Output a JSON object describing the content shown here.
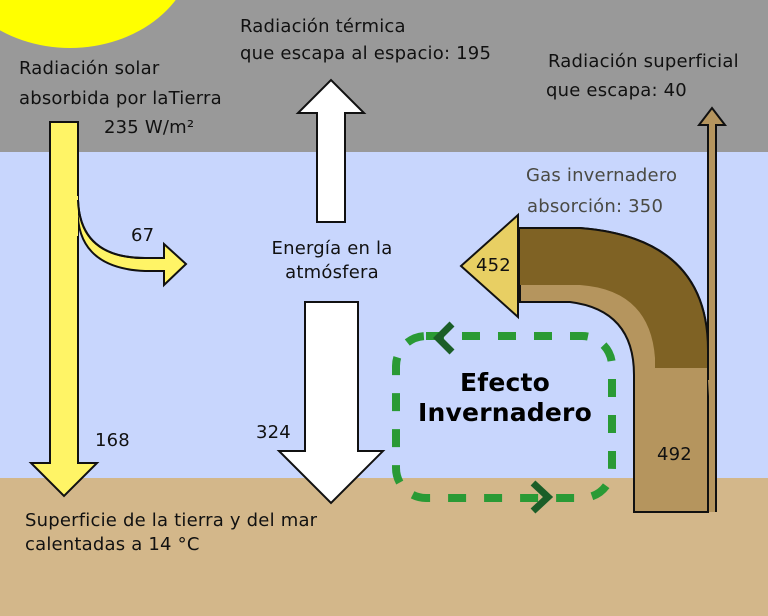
{
  "colors": {
    "space": "#999999",
    "atmosphere": "#c8d6fd",
    "surface": "#d3b78a",
    "sun": "#ffff00",
    "solar_arrow": "#fff466",
    "thermal_arrow": "#ffffff",
    "ghg_dark": "#7f6224",
    "ghg_light": "#b5955e",
    "back_arrow": "#e8cf63",
    "loop_dash": "#2a9a35",
    "loop_chevron": "#1b5e28"
  },
  "labels": {
    "solar_title_1": "Radiación solar",
    "solar_title_2": "absorbida por laTierra",
    "solar_value": "235 W/m²",
    "thermal_escape_1": "Radiación térmica",
    "thermal_escape_2": "que escapa al espacio: 195",
    "surface_escape_1": "Radiación superficial",
    "surface_escape_2": "que escapa: 40",
    "ghg_absorb_1": "Gas invernadero",
    "ghg_absorb_2": "absorción: 350",
    "atmos_energy_1": "Energía en la",
    "atmos_energy_2": "atmósfera",
    "reflected_67": "67",
    "solar_to_surface": "168",
    "back_radiation": "324",
    "ghg_back": "452",
    "surface_emission": "492",
    "greenhouse_1": "Efecto",
    "greenhouse_2": "Invernadero",
    "surface_1": "Superficie de la tierra y del mar",
    "surface_2": "calentadas a 14 °C"
  }
}
